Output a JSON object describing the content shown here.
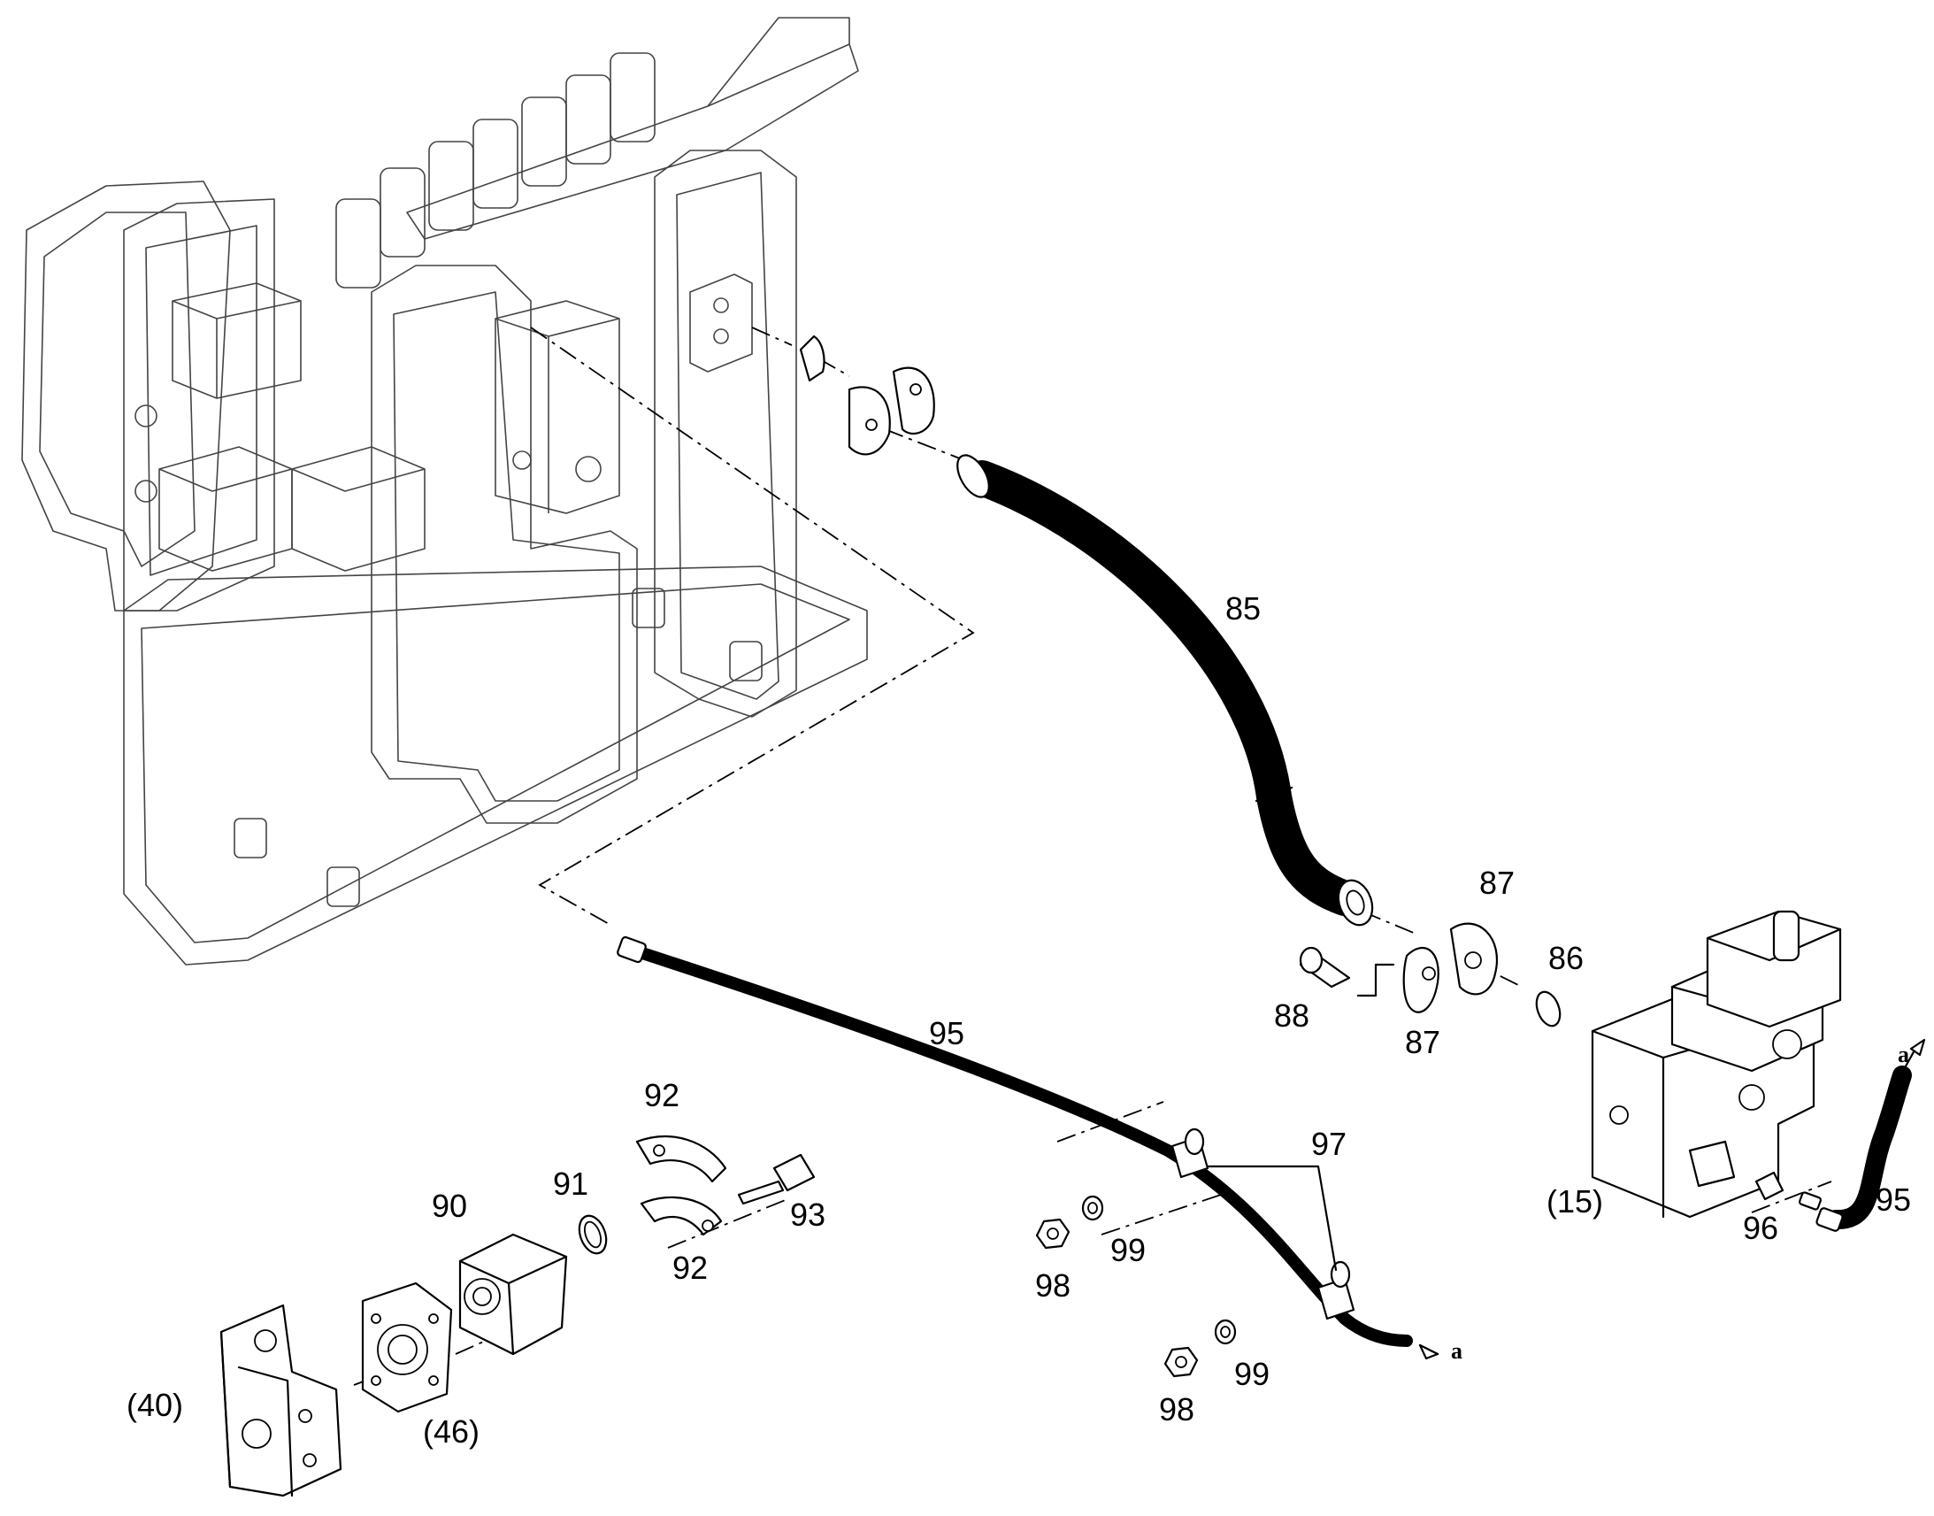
{
  "labels": {
    "l85": "85",
    "l86": "86",
    "l87a": "87",
    "l87b": "87",
    "l88": "88",
    "l15": "(15)",
    "l95a": "95",
    "l95b": "95",
    "l96": "96",
    "l97": "97",
    "l98a": "98",
    "l98b": "98",
    "l99a": "99",
    "l99b": "99",
    "l90": "90",
    "l91": "91",
    "l92a": "92",
    "l92b": "92",
    "l93": "93",
    "l40": "(40)",
    "l46": "(46)",
    "arrow_a1": "a",
    "arrow_a2": "a"
  }
}
